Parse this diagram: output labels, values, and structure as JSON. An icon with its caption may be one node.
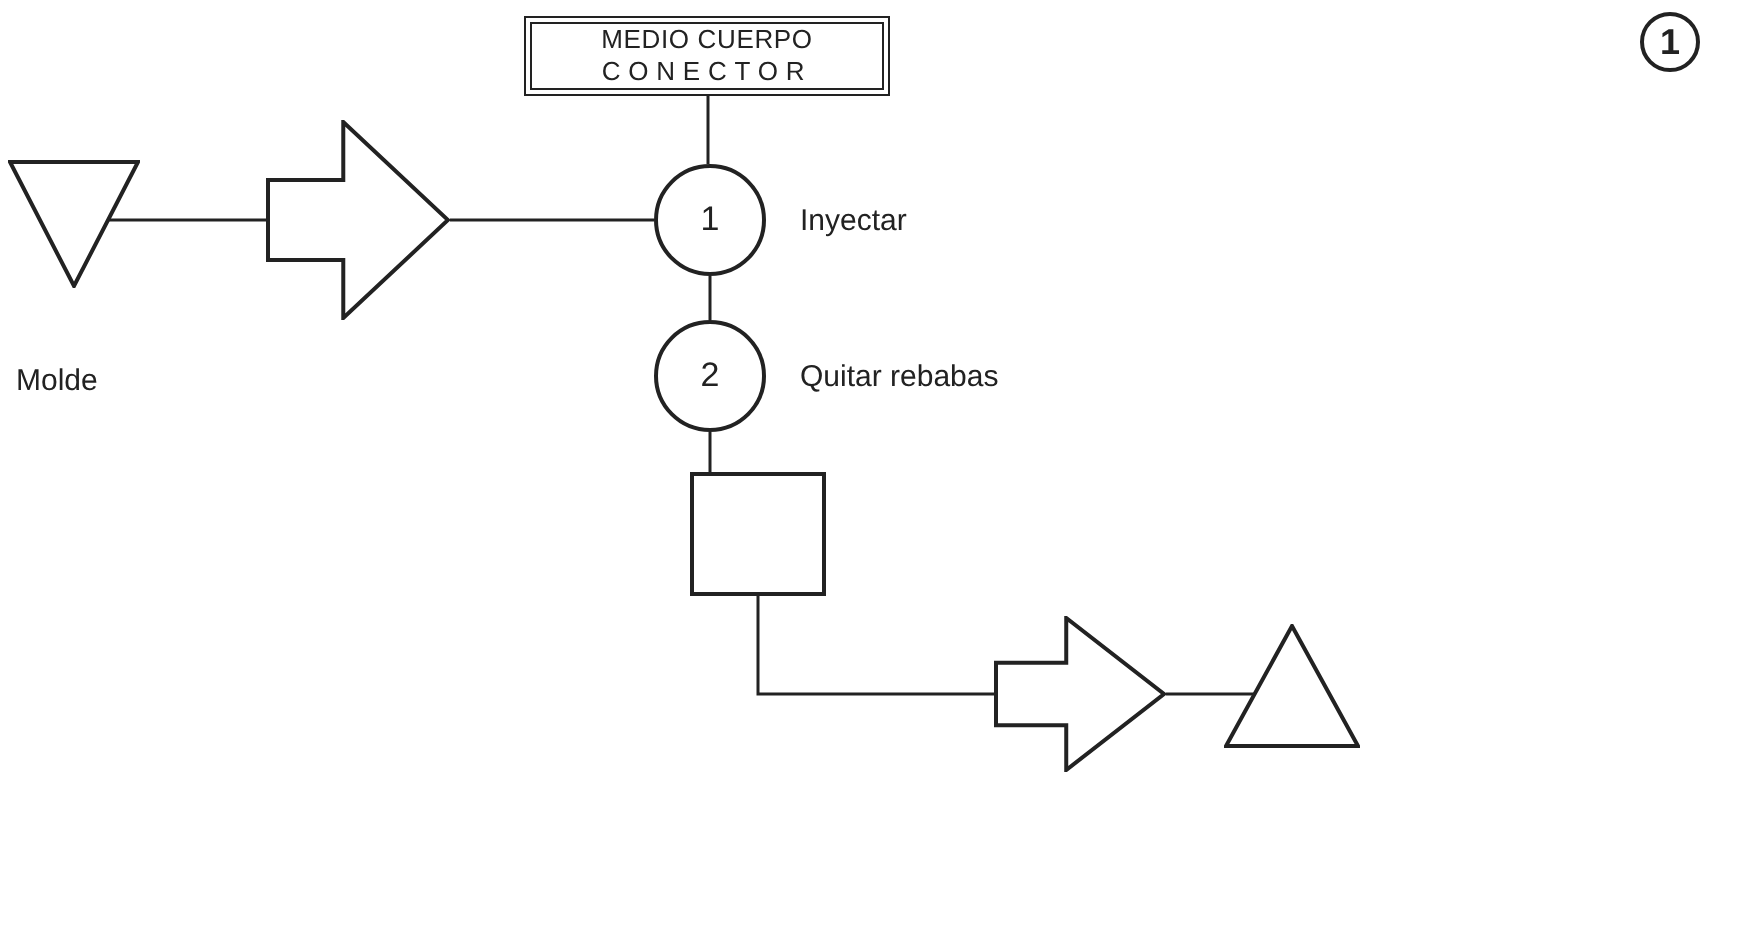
{
  "diagram": {
    "nodes": [
      {
        "text": [
          "MEDIO CUERPO",
          "CONECTOR"
        ]
      },
      {
        "text": [],
        "shape": "triangle",
        "beside": [
          "Molde"
        ]
      },
      {
        "text": [],
        "shape": "arrow"
      },
      {
        "text": [
          "1"
        ],
        "beside": [
          "Inyectar"
        ]
      },
      {
        "text": [
          "2"
        ],
        "beside": [
          "Quitar rebabas"
        ]
      },
      {
        "text": [],
        "shape": "box"
      },
      {
        "text": [],
        "shape": "arrow"
      },
      {
        "text": [],
        "shape": "triangle"
      }
    ],
    "edges": [
      {
        "from": 0,
        "to": 3,
        "arrow": "none"
      },
      {
        "from": 1,
        "to": 2,
        "arrow": "none"
      },
      {
        "from": 2,
        "to": 3,
        "arrow": "none"
      },
      {
        "from": 3,
        "to": 4,
        "arrow": "none"
      },
      {
        "from": 4,
        "to": 5,
        "arrow": "none"
      },
      {
        "from": 5,
        "to": 6,
        "arrow": "none"
      },
      {
        "from": 6,
        "to": 7,
        "arrow": "none"
      }
    ],
    "labels": [
      "1"
    ]
  }
}
